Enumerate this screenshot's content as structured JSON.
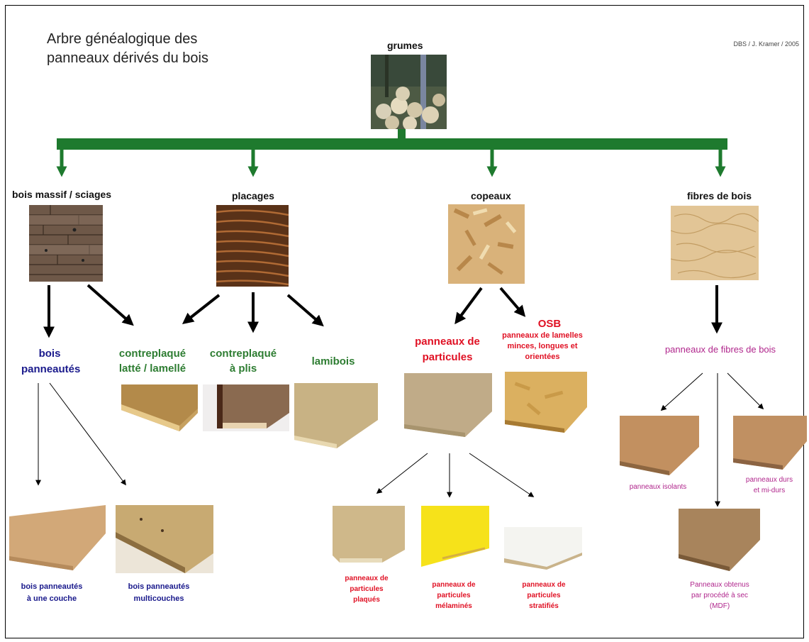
{
  "title_line1": "Arbre généalogique des",
  "title_line2": "panneaux dérivés du bois",
  "credit": "DBS / J. Kramer / 2005",
  "root": {
    "label": "grumes",
    "image": "grumes-photo"
  },
  "categories": {
    "bois_massif": "bois massif / sciages",
    "placages": "placages",
    "copeaux": "copeaux",
    "fibres": "fibres de bois"
  },
  "products": {
    "bois_panneautes": [
      "bois",
      "panneautés"
    ],
    "contreplaque_latte": [
      "contreplaqué",
      "latté / lamellé"
    ],
    "contreplaque_plis": [
      "contreplaqué",
      "à plis"
    ],
    "lamibois": "lamibois",
    "panneaux_particules": [
      "panneaux de",
      "particules"
    ],
    "osb_title": "OSB",
    "osb_desc": [
      "panneaux de lamelles",
      "minces, longues et",
      "orientées"
    ],
    "panneaux_fibres": "panneaux de fibres de bois"
  },
  "subproducts": {
    "une_couche": [
      "bois panneautés",
      "à une couche"
    ],
    "multicouches": [
      "bois panneautés",
      "multicouches"
    ],
    "plaques": [
      "panneaux de",
      "particules",
      "plaqués"
    ],
    "melamines": [
      "panneaux de",
      "particules",
      "mélaminés"
    ],
    "stratifies": [
      "panneaux de",
      "particules",
      "stratifiés"
    ],
    "isolants": "panneaux isolants",
    "durs": [
      "panneaux durs",
      "et mi-durs"
    ],
    "mdf": [
      "Panneaux obtenus",
      "par procédé à sec",
      "(MDF)"
    ]
  },
  "colors": {
    "trunk_green": "#1e7a2e",
    "arrow_black": "#000000",
    "green_text": "#2e7d32",
    "navy_text": "#1a1a8c",
    "red_text": "#e01124",
    "magenta_text": "#b0268c"
  }
}
